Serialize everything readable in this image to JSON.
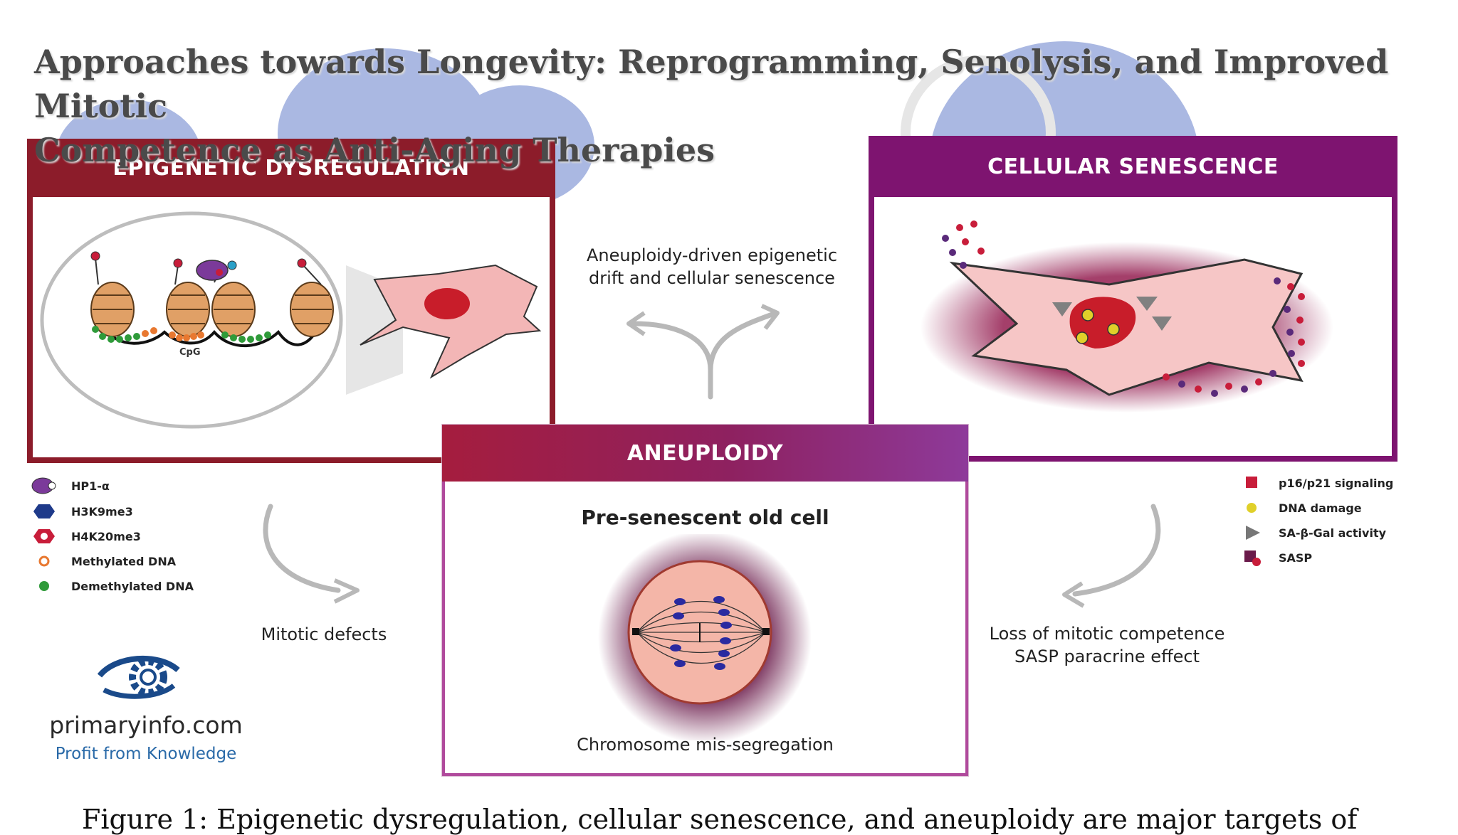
{
  "title": {
    "line1": "Approaches towards Longevity: Reprogramming, Senolysis, and Improved Mitotic",
    "line2": "Competence as Anti-Aging Therapies"
  },
  "panels": {
    "epigenetic": {
      "header": "EPIGENETIC DYSREGULATION",
      "color": "#8c1c2a",
      "cpg_label": "CpG"
    },
    "senescence": {
      "header": "CELLULAR SENESCENCE",
      "color": "#7e1470"
    },
    "aneuploidy": {
      "header": "ANEUPLOIDY",
      "subtitle": "Pre-senescent old cell",
      "caption": "Chromosome mis-segregation"
    }
  },
  "connectors": {
    "top": {
      "line1": "Aneuploidy-driven epigenetic",
      "line2": "drift and cellular senescence"
    },
    "left": "Mitotic defects",
    "right": {
      "line1": "Loss of mitotic competence",
      "line2": "SASP paracrine effect"
    }
  },
  "legend_left": [
    {
      "label": "HP1-α",
      "icon": "hp1-icon",
      "color": "#7b3a9a"
    },
    {
      "label": "H3K9me3",
      "icon": "h3k9me3-icon",
      "color": "#1e3a8a"
    },
    {
      "label": "H4K20me3",
      "icon": "h4k20me3-icon",
      "color": "#c81d3a"
    },
    {
      "label": "Methylated DNA",
      "icon": "methylated-dna-icon",
      "color": "#e87830"
    },
    {
      "label": "Demethylated DNA",
      "icon": "demethylated-dna-icon",
      "color": "#2f9b3a"
    }
  ],
  "legend_right": [
    {
      "label": "p16/p21 signaling",
      "icon": "p16-p21-icon",
      "color": "#c81d3a"
    },
    {
      "label": "DNA damage",
      "icon": "dna-damage-icon",
      "color": "#e0d02a"
    },
    {
      "label": "SA-β-Gal activity",
      "icon": "sa-beta-gal-icon",
      "color": "#777777"
    },
    {
      "label": "SASP",
      "icon": "sasp-icon",
      "color": "#8a1640"
    }
  ],
  "logo": {
    "name": "primaryinfo.com",
    "tagline": "Profit from Knowledge",
    "tagline_color": "#2a6aa8"
  },
  "footer_partial": "Figure 1: Epigenetic dysregulation, cellular senescence, and aneuploidy are major targets of"
}
